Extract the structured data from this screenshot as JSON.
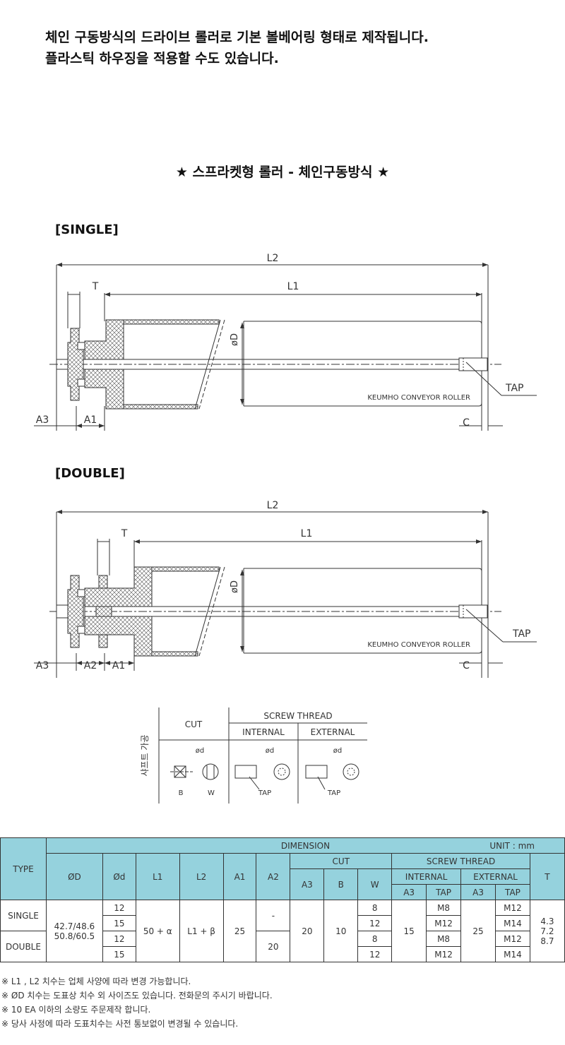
{
  "intro": {
    "line1": "체인 구동방식의 드라이브 롤러로 기본 볼베어링 형태로 제작됩니다.",
    "line2": "플라스틱 하우징을 적용할 수도 있습니다."
  },
  "section_title": "★ 스프라켓형 롤러 - 체인구동방식 ★",
  "single": {
    "label": "[SINGLE]",
    "dims": {
      "l2": "L2",
      "l1": "L1",
      "t": "T",
      "a3": "A3",
      "a1": "A1",
      "c": "C",
      "od": "øD",
      "tap": "TAP"
    },
    "roller_text": "KEUMHO CONVEYOR ROLLER"
  },
  "double": {
    "label": "[DOUBLE]",
    "dims": {
      "l2": "L2",
      "l1": "L1",
      "t": "T",
      "a3": "A3",
      "a2": "A2",
      "a1": "A1",
      "c": "C",
      "od": "øD",
      "tap": "TAP"
    },
    "roller_text": "KEUMHO CONVEYOR ROLLER"
  },
  "shaft_table": {
    "side_label": "샤프트 가공",
    "cut": "CUT",
    "screw_thread": "SCREW THREAD",
    "internal": "INTERNAL",
    "external": "EXTERNAL",
    "phi_d": "ød",
    "b": "B",
    "w": "W",
    "tap": "TAP"
  },
  "table": {
    "type": "TYPE",
    "dimension": "DIMENSION",
    "unit": "UNIT : mm",
    "od": "ØD",
    "phid": "Ød",
    "l1": "L1",
    "l2": "L2",
    "a1": "A1",
    "a2": "A2",
    "cut": "CUT",
    "screw_thread": "SCREW THREAD",
    "t": "T",
    "a3": "A3",
    "b": "B",
    "w": "W",
    "internal": "INTERNAL",
    "external": "EXTERNAL",
    "tap": "TAP",
    "single": "SINGLE",
    "double": "DOUBLE",
    "od1": "42.7/48.6",
    "od2": "50.8/60.5",
    "phid_vals": [
      "12",
      "15",
      "12",
      "15"
    ],
    "l1_val": "50 + α",
    "l2_val": "L1 + β",
    "a1_val": "25",
    "a2_single": "-",
    "a2_double": "20",
    "cut_a3": "20",
    "cut_b": "10",
    "w_vals": [
      "8",
      "12",
      "8",
      "12"
    ],
    "int_a3": "15",
    "int_tap": [
      "M8",
      "M12",
      "M8",
      "M12"
    ],
    "ext_a3": "25",
    "ext_tap": [
      "M12",
      "M14",
      "M12",
      "M14"
    ],
    "t_vals": [
      "4.3",
      "7.2",
      "8.7"
    ]
  },
  "notes": [
    "※ L1 , L2 치수는 업체 사양에 따라 변경 가능합니다.",
    "※ ØD 치수는 도표상 치수 외 사이즈도 있습니다. 전화문의 주시기 바랍니다.",
    "※ 10 EA 이하의 소량도 주문제작 합니다.",
    "※ 당사 사정에 따라 도표치수는 사전 통보없이 변경될 수 있습니다."
  ]
}
